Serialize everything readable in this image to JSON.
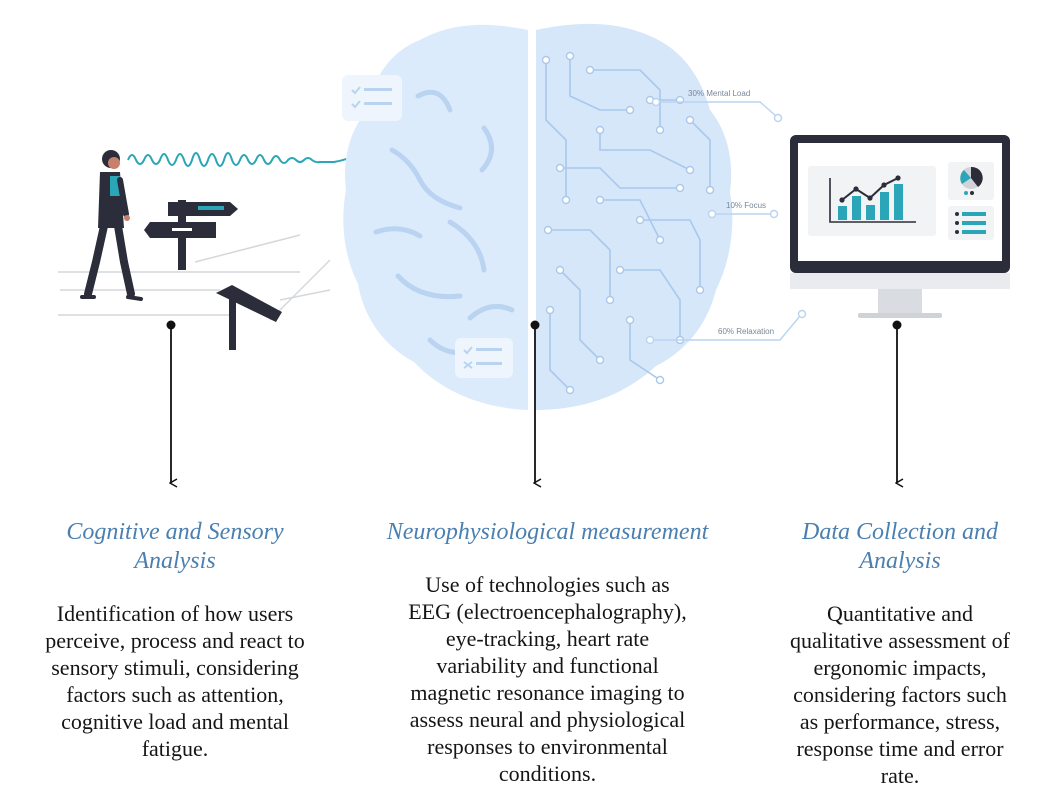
{
  "brain": {
    "labels": {
      "mental_load": "30% Mental Load",
      "focus": "10% Focus",
      "relaxation": "60% Relaxation"
    }
  },
  "columns": [
    {
      "title": "Cognitive and Sensory Analysis",
      "title_lines": [
        "Cognitive and Sensory",
        "Analysis"
      ],
      "body_lines": [
        "Identification of how users",
        "perceive, process and react to",
        "sensory stimuli, considering",
        "factors such as attention,",
        "cognitive load and mental",
        "fatigue."
      ]
    },
    {
      "title": "Neurophysiological measurement",
      "title_lines": [
        "Neurophysiological measurement"
      ],
      "body_lines": [
        "Use of technologies such as",
        "EEG (electroencephalography),",
        "eye-tracking, heart rate",
        "variability and functional",
        "magnetic resonance imaging to",
        "assess neural and physiological",
        "responses to environmental",
        "conditions."
      ]
    },
    {
      "title": "Data Collection and Analysis",
      "title_lines": [
        "Data Collection and",
        "Analysis"
      ],
      "body_lines": [
        "Quantitative and",
        "qualitative assessment of",
        "ergonomic impacts,",
        "considering factors such",
        "as performance, stress,",
        "response time and error",
        "rate."
      ]
    }
  ],
  "colors": {
    "title_blue": "#4a7fb0",
    "brain_fill": "#dcebfb",
    "brain_stroke": "#b9d3f1",
    "teal": "#2aa6b8",
    "dark": "#2b2d3a"
  }
}
